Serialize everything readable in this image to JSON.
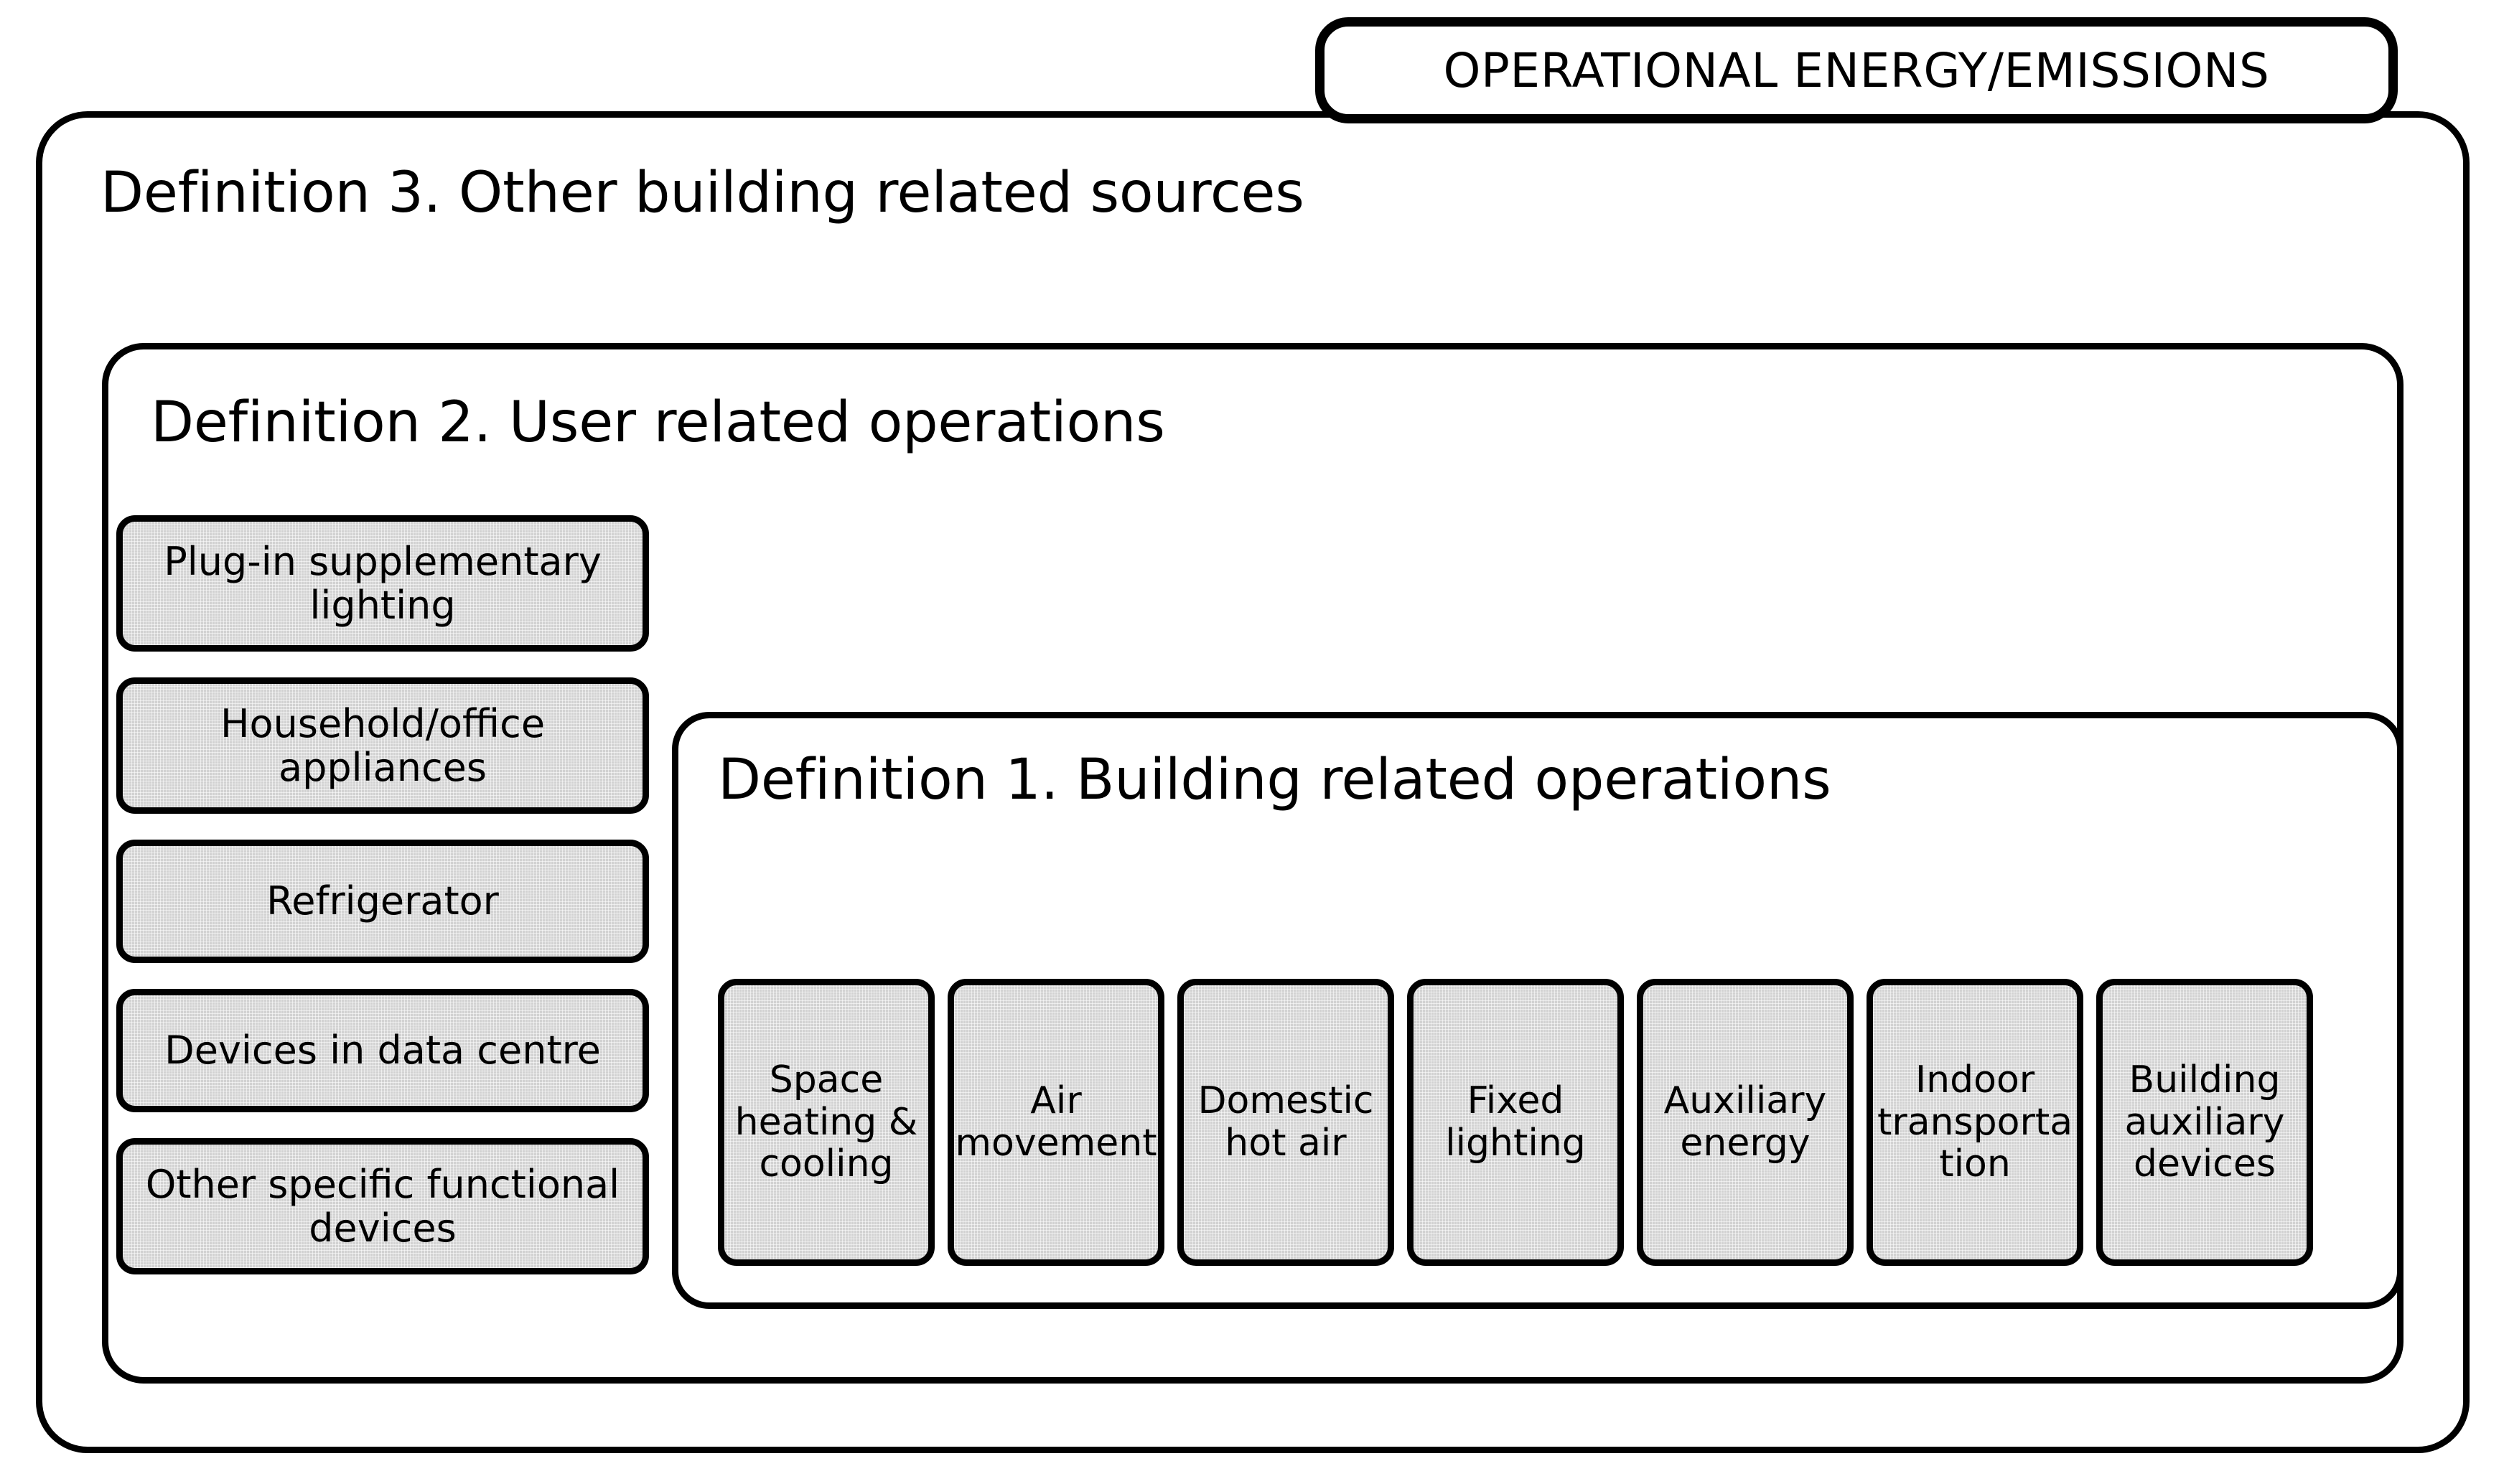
{
  "banner": {
    "label": "OPERATIONAL ENERGY/EMISSIONS"
  },
  "definitions": {
    "def3": {
      "title": "Definition 3. Other building related sources"
    },
    "def2": {
      "title": "Definition 2. User related operations",
      "nodes": [
        {
          "label": "Plug-in supplementary lighting"
        },
        {
          "label": "Household/office appliances"
        },
        {
          "label": "Refrigerator"
        },
        {
          "label": "Devices in data centre"
        },
        {
          "label": "Other specific functional devices"
        }
      ]
    },
    "def1": {
      "title": "Definition 1. Building related operations",
      "nodes": [
        {
          "label": "Space\nheating &\ncooling"
        },
        {
          "label": "Air\nmovement"
        },
        {
          "label": "Domestic\nhot air"
        },
        {
          "label": "Fixed\nlighting"
        },
        {
          "label": "Auxiliary\nenergy"
        },
        {
          "label": "Indoor\ntransporta\ntion"
        },
        {
          "label": "Building\nauxiliary\ndevices"
        }
      ]
    }
  },
  "colors": {
    "node_fill": "#d2d2d2",
    "stroke": "#000000",
    "background": "#ffffff"
  }
}
